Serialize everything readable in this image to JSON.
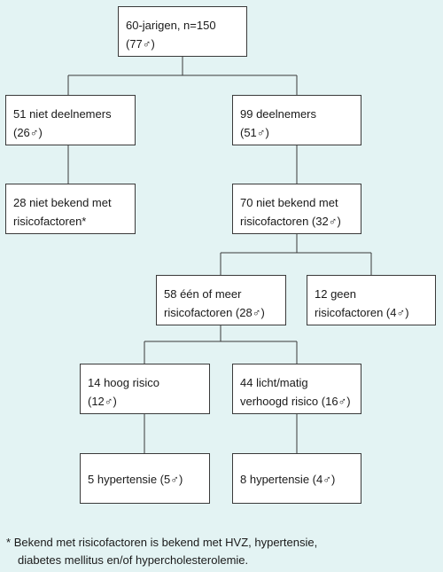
{
  "boxes": {
    "root": {
      "line1": "60-jarigen, n=150",
      "line2": "(77♂)"
    },
    "non_part": {
      "line1": "51 niet deelnemers",
      "line2": "(26♂)"
    },
    "part": {
      "line1": "99 deelnemers",
      "line2": "(51♂)"
    },
    "non_part_unknown": {
      "line1": "28 niet bekend met",
      "line2": "risicofactoren*"
    },
    "part_unknown": {
      "line1": "70 niet bekend met",
      "line2": "risicofactoren (32♂)"
    },
    "one_or_more": {
      "line1": "58 één of meer",
      "line2": "risicofactoren (28♂)"
    },
    "none": {
      "line1": "12 geen",
      "line2": "risicofactoren (4♂)"
    },
    "high": {
      "line1": "14 hoog risico",
      "line2": "(12♂)"
    },
    "moderate": {
      "line1": "44 licht/matig",
      "line2": "verhoogd risico (16♂)"
    },
    "high_htn": {
      "line1": "5 hypertensie (5♂)"
    },
    "mod_htn": {
      "line1": "8 hypertensie (4♂)"
    }
  },
  "footnote": {
    "marker": "*",
    "line1": "Bekend met risicofactoren is bekend met HVZ, hypertensie,",
    "line2": "diabetes mellitus en/of hypercholesterolemie."
  },
  "colors": {
    "background": "#e3f3f3",
    "box_fill": "#ffffff",
    "border": "#3a3a3a"
  }
}
